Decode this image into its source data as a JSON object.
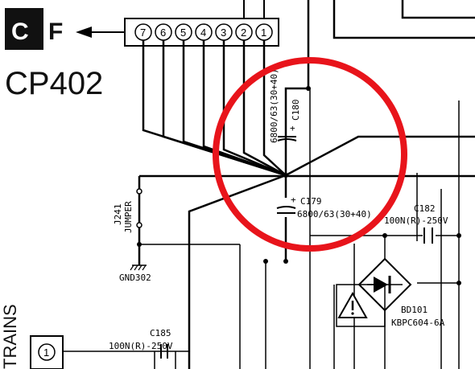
{
  "connector": {
    "marker_c": "C",
    "marker_f": "F",
    "name": "CP402",
    "pins": [
      "7",
      "6",
      "5",
      "4",
      "3",
      "2",
      "1"
    ]
  },
  "components": {
    "c180": {
      "ref": "C180",
      "value": "6800/63(30+40)",
      "polarity": "+"
    },
    "c179": {
      "ref": "C179",
      "value": "6800/63(30+40)",
      "polarity": "+"
    },
    "c182": {
      "ref": "C182",
      "value": "100N(R)-250V"
    },
    "c185": {
      "ref": "C185",
      "value": "100N(R)-250V"
    },
    "j241": {
      "ref": "J241",
      "value": "JUMPER"
    },
    "gnd": {
      "ref": "GND302"
    },
    "bd101": {
      "ref": "BD101",
      "value": "KBPC604-6A"
    },
    "bottom_pin": "1"
  },
  "side_text": "TRAINS",
  "colors": {
    "wire": "#000000",
    "highlight": "#e8141b",
    "marker_bg": "#111111",
    "marker_fg": "#ffffff"
  },
  "icons": [
    "warning-triangle-icon",
    "diode-icon",
    "arrow-left-icon"
  ]
}
